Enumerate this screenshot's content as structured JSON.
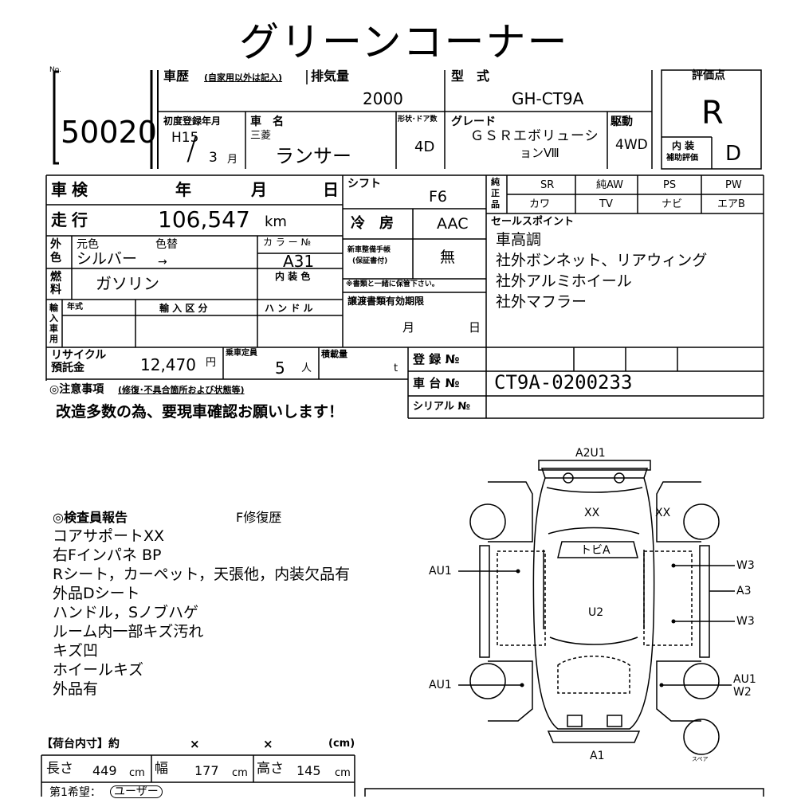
{
  "title": "グリーンコーナー",
  "header": {
    "no_label": "No.",
    "lot_number": "50020",
    "history_label": "車歴",
    "history_note": "(自家用以外は記入)",
    "displacement_label": "排気量",
    "displacement": "2000",
    "model_label": "型　式",
    "model": "GH-CT9A",
    "eval_label": "評価点",
    "eval_score": "R",
    "first_reg_label": "初度登録年月",
    "first_reg_era": "H15",
    "first_reg_month": "3",
    "month_unit": "月",
    "car_name_label": "車　名",
    "maker": "三菱",
    "car_name": "ランサー",
    "body_label": "形状･ドア数",
    "doors": "4D",
    "grade_label": "グレード",
    "grade_line1": "ＧＳＲエボリューシ",
    "grade_line2": "ョンⅧ",
    "drive_label": "駆動",
    "drive": "4WD",
    "interior_label_1": "内 装",
    "interior_label_2": "補助評価",
    "interior_score": "D"
  },
  "inspection": {
    "shaken_label": "車検",
    "year_unit": "年",
    "month_unit": "月",
    "day_unit": "日",
    "mileage_label": "走行",
    "mileage": "106,547",
    "mileage_unit": "km",
    "ext_color_label_1": "外",
    "ext_color_label_2": "色",
    "orig_color_label": "元色",
    "repaint_label": "色替",
    "orig_color": "シルバー",
    "arrow": "→",
    "color_no_label": "カ ラ ー №",
    "color_no": "A31",
    "fuel_label": "燃料",
    "fuel": "ガソリン",
    "int_color_label": "内 装 色",
    "import_label": "輸入車用",
    "year_type_label": "年式",
    "import_class_label": "輸 入 区 分",
    "handle_label": "ハ ン ド ル",
    "shift_label": "シフト",
    "shift": "F6",
    "ac_label": "冷　房",
    "ac": "AAC",
    "maint_label_1": "新車整備手帳",
    "maint_label_2": "(保証書付)",
    "maint_value": "無",
    "maint_note": "※書類と一緒に保管下さい。",
    "transfer_label": "譲渡書類有効期限",
    "transfer_month": "月",
    "transfer_day": "日"
  },
  "equipment": {
    "label": "純正品",
    "top": [
      "SR",
      "純AW",
      "PS",
      "PW"
    ],
    "bottom": [
      "カワ",
      "TV",
      "ナビ",
      "エアB"
    ]
  },
  "sales_points": {
    "label": "セールスポイント",
    "items": [
      "車高調",
      "社外ボンネット、リアウィング",
      "社外アルミホイール",
      "社外マフラー"
    ]
  },
  "recycle": {
    "label_1": "リサイクル",
    "label_2": "預託金",
    "amount": "12,470",
    "yen": "円",
    "capacity_label": "乗車定員",
    "capacity": "5",
    "person_unit": "人",
    "load_label": "積載量",
    "load_unit": "t"
  },
  "registration": {
    "reg_no_label": "登 録 №",
    "chassis_label": "車 台 №",
    "chassis": "CT9A-0200233",
    "serial_label": "シリアル №"
  },
  "notes": {
    "label": "◎注意事項",
    "sub": "(修復･不具合箇所および状態等)",
    "text": "改造多数の為、要現車確認お願いします！"
  },
  "report": {
    "title": "◎検査員報告",
    "repair": "F修復歴",
    "lines": [
      "コアサポートXX",
      "右Fインパネ BP",
      "Rシート，カーペット，天張他，内装欠品有",
      "外品Dシート",
      "ハンドル，Sノブハゲ",
      "ルーム内一部キズ汚れ",
      "キズ凹",
      "ホイールキズ",
      "外品有"
    ]
  },
  "diagram": {
    "top": "A2U1",
    "hood": "XX",
    "right_front": "XX",
    "roof_tag": "トビA",
    "center": "U2",
    "left_front": "AU1",
    "left_rear": "AU1",
    "right_1": "W3",
    "right_2": "A3",
    "right_3": "W3",
    "right_rear_1": "AU1",
    "right_rear_2": "W2",
    "bottom": "A1",
    "spare": "スペア"
  },
  "cargo": {
    "label": "【荷台内寸】約",
    "times_1": "×",
    "times_2": "×",
    "unit": "(cm)",
    "length_label": "長さ",
    "length": "449",
    "width_label": "幅",
    "width": "177",
    "height_label": "高さ",
    "height": "145",
    "cm": "cm",
    "owner_label": "第1希望：",
    "owner_value": "ユーザー"
  }
}
